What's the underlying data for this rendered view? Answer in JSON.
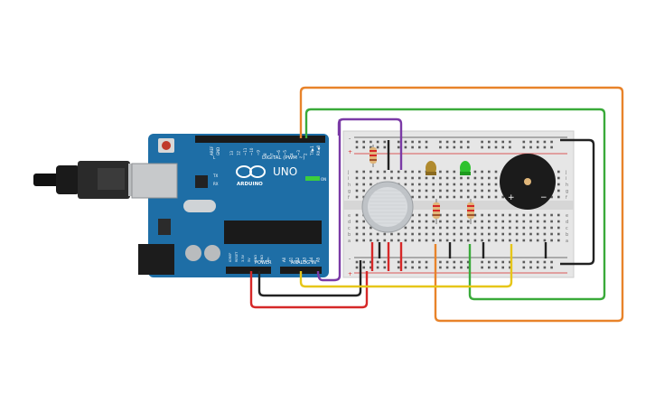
{
  "arduino": {
    "model": "UNO",
    "brand": "ARDUINO",
    "digital_label": "DIGITAL (PWM ~)",
    "power_label": "POWER",
    "analog_label": "ANALOG IN",
    "on_label": "ON",
    "tx_label": "TX",
    "rx_label": "RX",
    "l_label": "L",
    "aref_label": "AREF",
    "gnd_label": "GND",
    "digital_pins": [
      "13",
      "12",
      "~11",
      "~10",
      "~9",
      "8",
      "7",
      "~6",
      "~5",
      "4",
      "~3",
      "2",
      "TX▶1",
      "RX◀0"
    ],
    "power_pins": [
      "IOREF",
      "RESET",
      "3.3V",
      "5V",
      "GND",
      "GND",
      "Vin"
    ],
    "analog_pins": [
      "A0",
      "A1",
      "A2",
      "A3",
      "A4",
      "A5"
    ]
  },
  "breadboard": {
    "column_numbers_visible": true,
    "row_letters_top": [
      "j",
      "i",
      "h",
      "g",
      "f"
    ],
    "row_letters_bottom": [
      "e",
      "d",
      "c",
      "b",
      "a"
    ],
    "plus_label": "+",
    "minus_label": "-"
  },
  "components": {
    "buzzer_plus": "+",
    "buzzer_minus": "−"
  },
  "colors": {
    "board_blue": "#1e6ea6",
    "orange_wire": "#e8832a",
    "green_wire": "#3aaa3a",
    "purple_wire": "#7b3aa6",
    "red_wire": "#d62828",
    "black_wire": "#222222",
    "yellow_wire": "#e6c619",
    "led_yellow": "#b08a2e",
    "led_green": "#2ec22e"
  }
}
